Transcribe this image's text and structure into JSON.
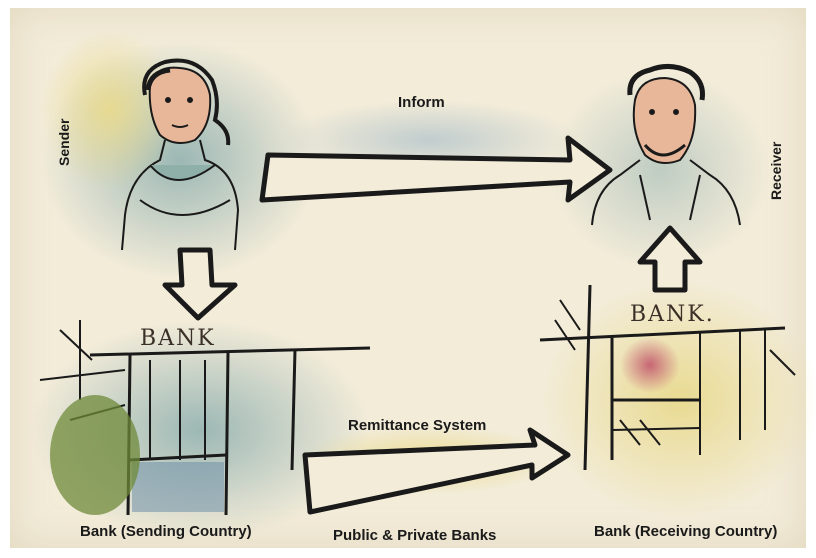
{
  "labels": {
    "sender": "Sender",
    "receiver": "Receiver",
    "inform": "Inform",
    "remittance_system": "Remittance System",
    "bank_sending": "Bank (Sending Country)",
    "public_private": "Public & Private Banks",
    "bank_receiving": "Bank (Receiving Country)",
    "bank_sign_left": "BANK",
    "bank_sign_right": "BANK."
  },
  "colors": {
    "paper": "#f3ecd9",
    "ink": "#1a1a1a",
    "teal_wash": "#7fa6a8",
    "yellow_wash": "#e8d98a",
    "green_bush": "#6f8a3a",
    "skin": "#d99a7a"
  }
}
